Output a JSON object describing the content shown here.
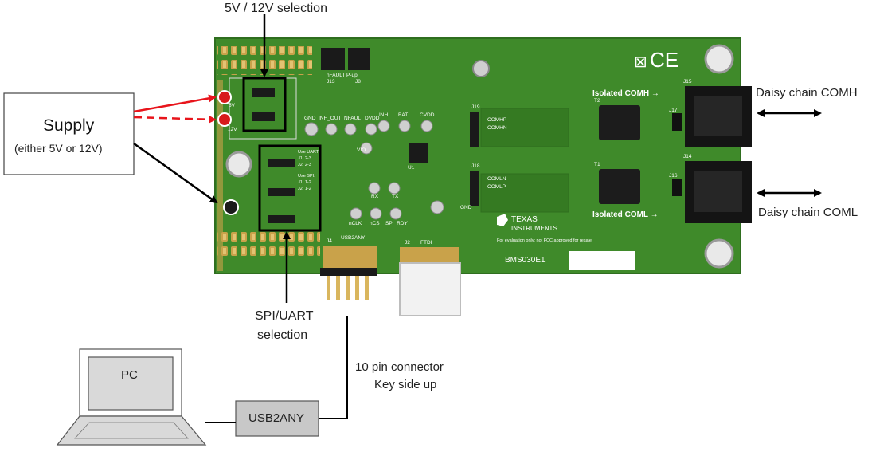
{
  "callouts": {
    "voltage_selection": "5V / 12V selection",
    "supply_title": "Supply",
    "supply_subtitle": "(either 5V or 12V)",
    "spi_uart_line1": "SPI/UART",
    "spi_uart_line2": "selection",
    "connector_line1": "10 pin connector",
    "connector_line2": "Key side up",
    "daisy_comh": "Daisy chain COMH",
    "daisy_coml": "Daisy chain COML",
    "pc": "PC",
    "usb2any": "USB2ANY"
  },
  "board": {
    "part_number": "BMS030E1",
    "isolated_comh": "Isolated COMH →",
    "isolated_coml": "Isolated COML →",
    "ti_logo_line1": "TEXAS",
    "ti_logo_line2": "INSTRUMENTS",
    "disclaimer": "For evaluation only; not FCC approved for resale.",
    "jumper_labels": [
      "J13",
      "J8",
      "J19",
      "J18",
      "J15",
      "J14",
      "J17",
      "J16",
      "J4",
      "J2",
      "U1",
      "T1",
      "T2"
    ],
    "silkscreen_labels": [
      "5V",
      "12V",
      "GND",
      "INH_OUT",
      "NFAULT",
      "DVDD",
      "INH",
      "BAT",
      "CVDD",
      "VIO",
      "RX",
      "TX",
      "nCLK",
      "nCS",
      "SPI_RDY",
      "USB2ANY",
      "FTDI",
      "COMHP",
      "COMHN",
      "COMLN",
      "COMLP",
      "GND",
      "nFAULT P-up"
    ],
    "jumper_notes": [
      "Use UART:",
      "J1: 2-3",
      "J2: 2-3",
      "Use SPI:",
      "J1: 1-2",
      "J2: 1-2"
    ]
  },
  "colors": {
    "pcb": "#3f8a2a",
    "pcb_dark": "#2f6e1f",
    "supply_arrow_red": "#e8141b",
    "box_border": "#444444",
    "usb2any_fill": "#c8c8c8"
  }
}
